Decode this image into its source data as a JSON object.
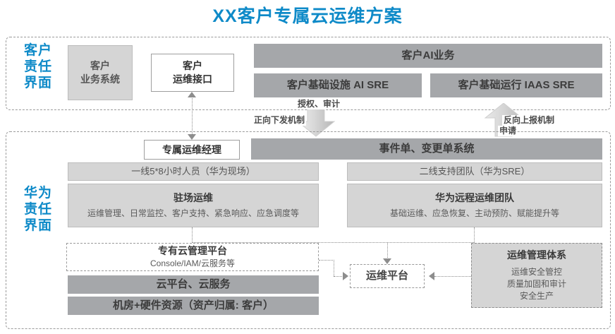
{
  "title": "XX客户专属云运维方案",
  "colors": {
    "brand_blue": "#0e8ac8",
    "box_dark_gray": "#a5a7aa",
    "box_light_gray": "#d5d5d5",
    "border_gray": "#9a9a9a",
    "text_gray": "#3f3f3f"
  },
  "zones": {
    "customer": {
      "label": "客户\n责任\n界面",
      "label_lines": [
        "客户",
        "责任",
        "界面"
      ]
    },
    "huawei": {
      "label": "华为\n责任\n界面",
      "label_lines": [
        "华为",
        "责任",
        "界面"
      ]
    }
  },
  "customer_zone": {
    "business_system": "客户\n业务系统",
    "business_system_lines": [
      "客户",
      "业务系统"
    ],
    "ops_interface_lines": [
      "客户",
      "运维接口"
    ],
    "ai_business": "客户AI业务",
    "ai_sre": "客户基础设施 AI SRE",
    "iaas_sre": "客户基础运行 IAAS SRE"
  },
  "connectors": {
    "authorize_audit": "授权、审计",
    "forward_mechanism": "正向下发机制",
    "reverse_mechanism": "反向上报机制",
    "apply": "申请"
  },
  "huawei_zone": {
    "ops_manager": "专属运维经理",
    "ticket_system": "事件单、变更单系统",
    "front_line_team": "一线5*8小时人员（华为现场）",
    "second_line_team": "二线支持团队（华为SRE）",
    "onsite_ops": {
      "title": "驻场运维",
      "desc": "运维管理、日常监控、客户支持、紧急响应、应急调度等"
    },
    "remote_ops": {
      "title": "华为远程运维团队",
      "desc": "基础运维、应急恢复、主动预防、赋能提升等"
    },
    "cloud_mgmt_platform": {
      "title": "专有云管理平台",
      "desc": "Console/IAM/云服务等"
    },
    "cloud_platform_services": "云平台、云服务",
    "datacenter_hardware": "机房+硬件资源（资产归属: 客户）",
    "ops_platform": "运维平台",
    "ops_management_system": {
      "title": "运维管理体系",
      "lines": [
        "运维安全管控",
        "质量加固和审计",
        "安全生产"
      ]
    }
  },
  "icons": {
    "down_block_arrow": "down-block-arrow-icon",
    "up_block_arrow": "up-block-arrow-icon",
    "arrow_down": "arrow-down-icon",
    "arrow_up": "arrow-up-icon",
    "arrow_right": "arrow-right-icon",
    "arrow_left": "arrow-left-icon"
  }
}
